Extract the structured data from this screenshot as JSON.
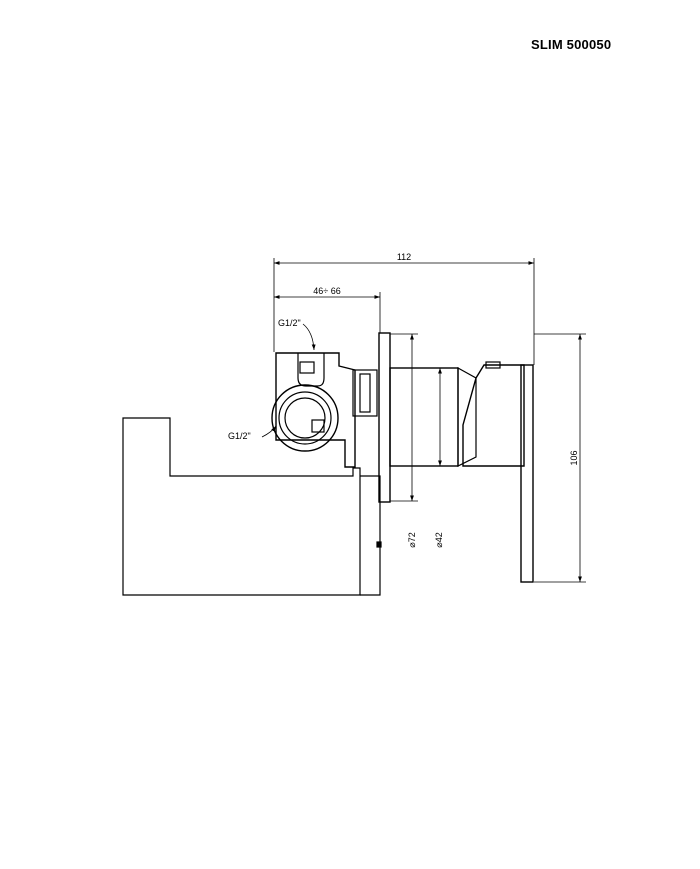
{
  "title": "SLIM 500050",
  "dimensions": {
    "overall_length": "112",
    "wall_range": "46÷ 66",
    "height": "106",
    "diameter_plate": "⌀72",
    "diameter_body": "⌀42"
  },
  "connections": {
    "top_thread": "G1/2\"",
    "side_thread": "G1/2\""
  },
  "colors": {
    "line": "#000000",
    "background": "#ffffff"
  }
}
